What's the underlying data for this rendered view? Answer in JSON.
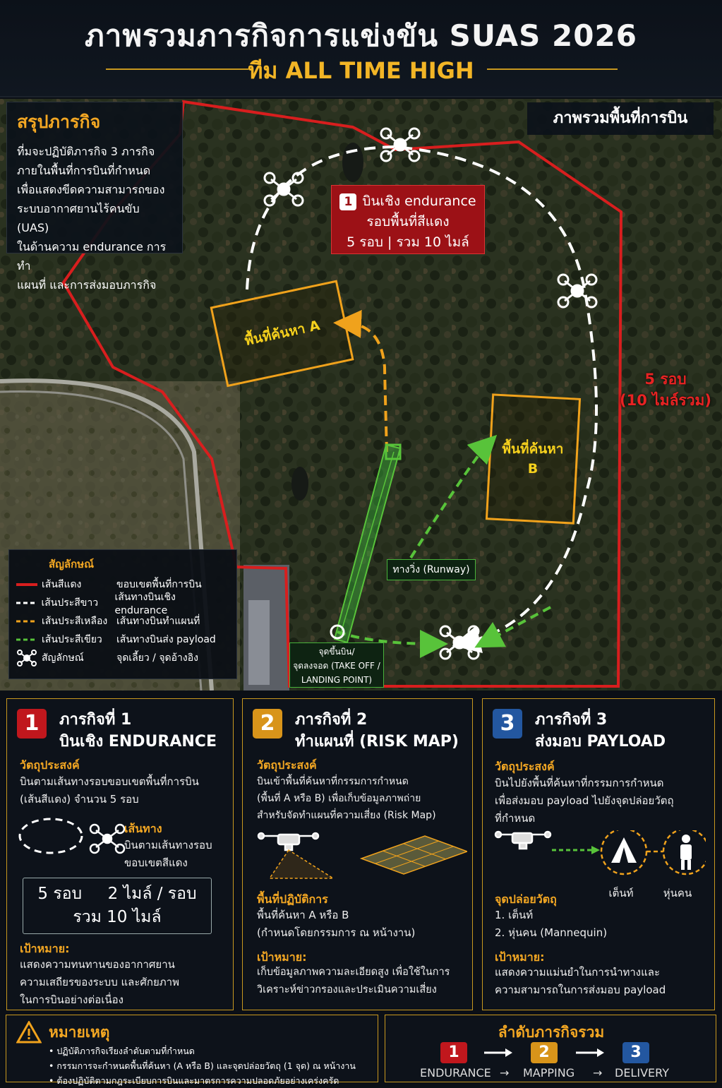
{
  "header": {
    "title": "ภาพรวมภารกิจการแข่งขัน SUAS 2026",
    "subtitle": "ทีม ALL TIME HIGH"
  },
  "summary": {
    "title": "สรุปภารกิจ",
    "lines": [
      "ที่มจะปฏิบัติภารกิจ 3 ภารกิจ",
      "ภายในพื้นที่การบินที่กำหนด",
      "เพื่อแสดงขีดความสามารถของ",
      "ระบบอากาศยานไร้คนขับ (UAS)",
      "ในด้านความ endurance การทำ",
      "แผนที่ และการส่งมอบภารกิจ"
    ]
  },
  "map": {
    "overview_label": "ภาพรวมพื้นที่การบิน",
    "endurance_box": {
      "number": "1",
      "line1": "บินเชิง endurance",
      "line2": "รอบพื้นที่สีแดง",
      "line3": "5 รอบ | รวม 10 ไมล์"
    },
    "area_a": "พื้นที่ค้นหา A",
    "area_b_line1": "พื้นที่ค้นหา",
    "area_b_line2": "B",
    "laps_line1": "5 รอบ",
    "laps_line2": "(10 ไมล์รวม)",
    "runway": "ทางวิ่ง (Runway)",
    "takeoff_line1": "จุดขึ้นบิน/",
    "takeoff_line2": "จุดลงจอด (TAKE OFF /",
    "takeoff_line3": "LANDING POINT)"
  },
  "legend": {
    "title": "สัญลักษณ์",
    "rows": [
      {
        "c1": "เส้นสีแดง",
        "c2": "ขอบเขตพื้นที่การบิน",
        "color": "#d81e1e"
      },
      {
        "c1": "เส้นประสีขาว",
        "c2": "เส้นทางบินเชิง endurance",
        "color": "#ffffff"
      },
      {
        "c1": "เส้นประสีเหลือง",
        "c2": "เส้นทางบินทำแผนที่",
        "color": "#f0a21c"
      },
      {
        "c1": "เส้นประสีเขียว",
        "c2": "เส้นทางบินส่ง payload",
        "color": "#58c33a"
      },
      {
        "c1": "สัญลักษณ์",
        "c2": "จุดเลี้ยว / จุดอ้างอิง",
        "icon": "drone-icon"
      }
    ]
  },
  "mission1": {
    "number": "1",
    "color": "#c0171d",
    "title1": "ภารกิจที่ 1",
    "title2": "บินเชิง ENDURANCE",
    "obj_h": "วัตถุประสงค์",
    "obj1": "บินตามเส้นทางรอบขอบเขตพื้นที่การบิน",
    "obj2": "(เส้นสีแดง) จำนวน 5 รอบ",
    "route_h": "เส้นทาง",
    "route1": "บินตามเส้นทางรอบ",
    "route2": "ขอบเขตสีแดง",
    "stat1": "5 รอบ     2 ไมล์ / รอบ",
    "stat2": "รวม 10 ไมล์",
    "goal_h": "เป้าหมาย:",
    "goal1": "แสดงความทนทานของอากาศยาน",
    "goal2": "ความเสถียรของระบบ และศักยภาพ",
    "goal3": "ในการบินอย่างต่อเนื่อง"
  },
  "mission2": {
    "number": "2",
    "color": "#d8941a",
    "title1": "ภารกิจที่ 2",
    "title2": "ทำแผนที่ (RISK MAP)",
    "obj_h": "วัตถุประสงค์",
    "obj1": "บินเข้าพื้นที่ค้นหาที่กรรมการกำหนด",
    "obj2": "(พื้นที่ A หรือ B) เพื่อเก็บข้อมูลภาพถ่าย",
    "obj3": "สำหรับจัดทำแผนที่ความเสี่ยง (Risk Map)",
    "area_h": "พื้นที่ปฏิบัติการ",
    "area1": "พื้นที่ค้นหา A หรือ B",
    "area2": "(กำหนดโดยกรรมการ ณ หน้างาน)",
    "goal_h": "เป้าหมาย:",
    "goal1": "เก็บข้อมูลภาพความละเอียดสูง เพื่อใช้ในการ",
    "goal2": "วิเคราะห์ข่าวกรองและประเมินความเสี่ยง"
  },
  "mission3": {
    "number": "3",
    "color": "#2357a0",
    "title1": "ภารกิจที่ 3",
    "title2": "ส่งมอบ PAYLOAD",
    "obj_h": "วัตถุประสงค์",
    "obj1": "บินไปยังพื้นที่ค้นหาที่กรรมการกำหนด",
    "obj2": "เพื่อส่งมอบ payload ไปยังจุดปล่อยวัตถุ",
    "obj3": "ที่กำหนด",
    "tent": "เต็นท์",
    "mannequin": "หุ่นคน",
    "drop_h": "จุดปล่อยวัตถุ",
    "drop1": "1. เต็นท์",
    "drop2": "2. หุ่นคน (Mannequin)",
    "goal_h": "เป้าหมาย:",
    "goal1": "แสดงความแม่นยำในการนำทางและ",
    "goal2": "ความสามารถในการส่งมอบ payload"
  },
  "notes": {
    "title": "หมายเหตุ",
    "items": [
      "ปฏิบัติภารกิจเรียงลำดับตามที่กำหนด",
      "กรรมการจะกำหนดพื้นที่ค้นหา (A หรือ B) และจุดปล่อยวัตถุ (1 จุด) ณ หน้างาน",
      "ต้องปฏิบัติตามกฎระเบียบการบินและมาตรการความปลอดภัยอย่างเคร่งครัด"
    ]
  },
  "sequence": {
    "title": "ลำดับภารกิจรวม",
    "steps": [
      {
        "n": "1",
        "label": "ENDURANCE",
        "color": "#c0171d"
      },
      {
        "n": "2",
        "label": "MAPPING",
        "color": "#d8941a"
      },
      {
        "n": "3",
        "label": "DELIVERY",
        "color": "#2357a0"
      }
    ],
    "arrow": "→"
  }
}
